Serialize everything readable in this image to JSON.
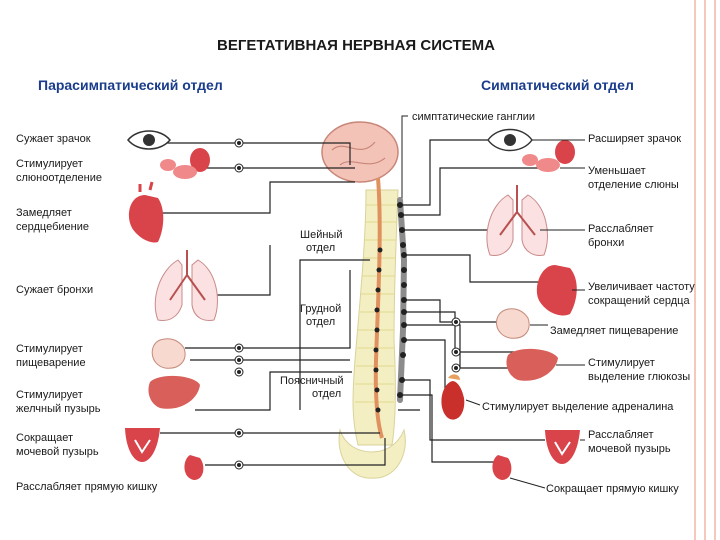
{
  "title": "ВЕГЕТАТИВНАЯ НЕРВНАЯ СИСТЕМА",
  "parasympathetic": {
    "header": "Парасимпатический отдел",
    "items": [
      {
        "line1": "Сужает зрачок",
        "line2": ""
      },
      {
        "line1": "Стимулирует",
        "line2": "слюноотделение"
      },
      {
        "line1": "Замедляет",
        "line2": "сердцебиение"
      },
      {
        "line1": "Сужает бронхи",
        "line2": ""
      },
      {
        "line1": "Стимулирует",
        "line2": "пищеварение"
      },
      {
        "line1": "Стимулирует",
        "line2": "желчный пузырь"
      },
      {
        "line1": "Сокращает",
        "line2": "мочевой пузырь"
      },
      {
        "line1": "Расслабляет прямую кишку",
        "line2": ""
      }
    ]
  },
  "sympathetic": {
    "header": "Симпатический отдел",
    "ganglia_label": "симптатические ганглии",
    "items": [
      {
        "line1": "Расширяет зрачок",
        "line2": ""
      },
      {
        "line1": "Уменьшает",
        "line2": "отделение слюны"
      },
      {
        "line1": "Расслабляет",
        "line2": "бронхи"
      },
      {
        "line1": "Увеличивает частоту",
        "line2": "сокращений сердца"
      },
      {
        "line1": "Замедляет пищеварение",
        "line2": ""
      },
      {
        "line1": "Стимулирует",
        "line2": "выделение глюкозы"
      },
      {
        "line1": "Стимулирует выделение адреналина",
        "line2": ""
      },
      {
        "line1": "Расслабляет",
        "line2": "мочевой пузырь"
      },
      {
        "line1": "Сокращает прямую кишку",
        "line2": ""
      }
    ]
  },
  "spine_sections": {
    "cervical": {
      "line1": "Шейный",
      "line2": "отдел"
    },
    "thoracic": {
      "line1": "Грудной",
      "line2": "отдел"
    },
    "lumbar": {
      "line1": "Поясничный",
      "line2": "отдел"
    }
  },
  "colors": {
    "organ_red": "#d9434a",
    "organ_pink": "#f08a8a",
    "header_blue": "#1a3c8c",
    "spine_cream": "#f3efc2",
    "cord_orange": "#e0915f",
    "ganglion_gray": "#8c8c8c",
    "line_dark": "#222222"
  }
}
